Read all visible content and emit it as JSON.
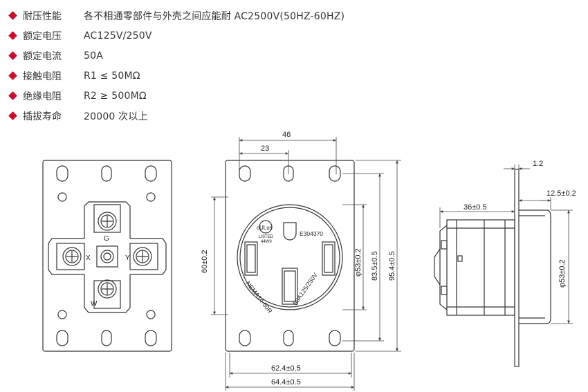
{
  "specs": [
    {
      "label": "耐压性能",
      "value": "各不相通零部件与外壳之间应能耐 AC2500V(50HZ-60HZ)"
    },
    {
      "label": "额定电压",
      "value": "AC125V/250V"
    },
    {
      "label": "额定电流",
      "value": "50A"
    },
    {
      "label": "接触电阻",
      "value": "R1 ≤ 50MΩ"
    },
    {
      "label": "绝缘电阻",
      "value": "R2 ≥ 500MΩ"
    },
    {
      "label": "插拔寿命",
      "value": "20000 次以上"
    }
  ],
  "colors": {
    "bullet": "#c8102e",
    "line": "#333333",
    "dim": "#444444"
  },
  "back_view": {
    "terminal_g": "G",
    "terminal_x": "X",
    "terminal_y": "Y",
    "terminal_w": "W"
  },
  "front_view": {
    "cert_mark": "cULus",
    "listed": "LISTED",
    "listed_code": "44W9",
    "file_no": "E304370",
    "model": "NEMA14-50R",
    "rating": "50A125/250V"
  },
  "dimensions": {
    "width_46": "46",
    "width_23": "23",
    "height_60": "60±0.2",
    "dia_53": "φ53±0.2",
    "height_83": "83.5±0.5",
    "height_95": "95.4±0.5",
    "width_62": "62.4±0.5",
    "width_64": "64.4±0.5",
    "thick_12": "1.2",
    "depth_125": "12.5±0.2",
    "depth_36": "36±0.5",
    "side_dia_53": "φ53±0.2"
  }
}
